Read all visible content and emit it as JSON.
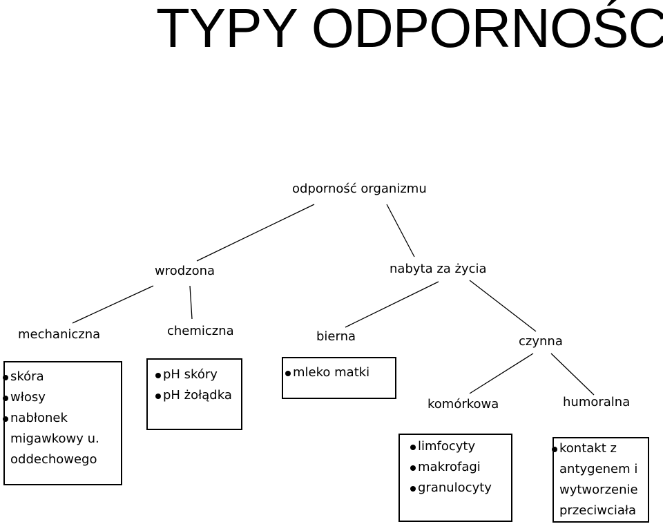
{
  "title": "TYPY ODPORNOŚCI",
  "nodes": {
    "root": "odporność organizmu",
    "wrodzona": "wrodzona",
    "nabyta": "nabyta za życia",
    "mechaniczna": "mechaniczna",
    "chemiczna": "chemiczna",
    "bierna": "bierna",
    "czynna": "czynna",
    "komorkowa": "komórkowa",
    "humoralna": "humoralna"
  },
  "boxes": {
    "mechaniczna": [
      "skóra",
      "włosy",
      "nabłonek",
      "migawkowy u.",
      "oddechowego"
    ],
    "chemiczna": [
      "pH skóry",
      "pH żołądka"
    ],
    "bierna": [
      "mleko matki"
    ],
    "komorkowa": [
      "limfocyty",
      "makrofagi",
      "granulocyty"
    ],
    "humoralna": [
      "kontakt z",
      "antygenem i",
      "wytworzenie",
      "przeciwciała"
    ]
  }
}
